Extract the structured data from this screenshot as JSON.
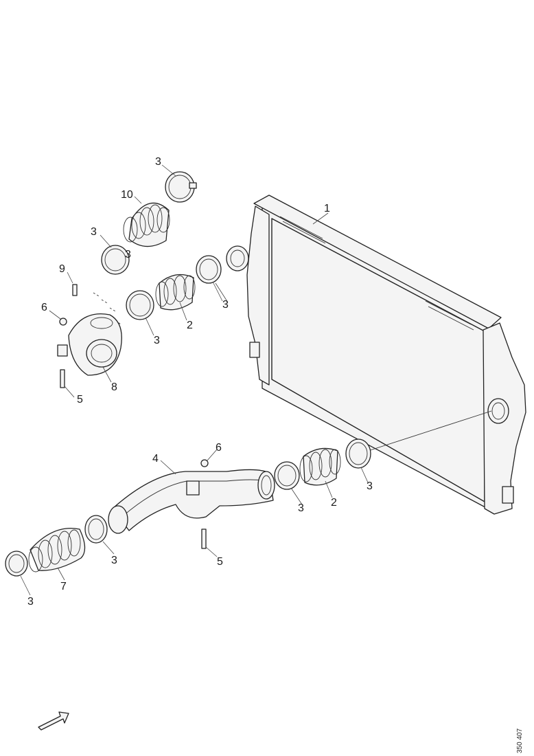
{
  "drawing_code": "350 407",
  "callouts": [
    {
      "id": "c-1",
      "text": "1"
    },
    {
      "id": "c-2a",
      "text": "2"
    },
    {
      "id": "c-2b",
      "text": "2"
    },
    {
      "id": "c-3a",
      "text": "3"
    },
    {
      "id": "c-3b",
      "text": "3"
    },
    {
      "id": "c-3c",
      "text": "3"
    },
    {
      "id": "c-3d",
      "text": "3"
    },
    {
      "id": "c-3e",
      "text": "3"
    },
    {
      "id": "c-3f",
      "text": "3"
    },
    {
      "id": "c-3g",
      "text": "3"
    },
    {
      "id": "c-3h",
      "text": "3"
    },
    {
      "id": "c-3i",
      "text": "3"
    },
    {
      "id": "c-4",
      "text": "4"
    },
    {
      "id": "c-5a",
      "text": "5"
    },
    {
      "id": "c-5b",
      "text": "5"
    },
    {
      "id": "c-6a",
      "text": "6"
    },
    {
      "id": "c-6b",
      "text": "6"
    },
    {
      "id": "c-7",
      "text": "7"
    },
    {
      "id": "c-8",
      "text": "8"
    },
    {
      "id": "c-9",
      "text": "9"
    },
    {
      "id": "c-10",
      "text": "10"
    }
  ],
  "icons": {
    "direction_arrow": "direction-arrow-icon"
  }
}
